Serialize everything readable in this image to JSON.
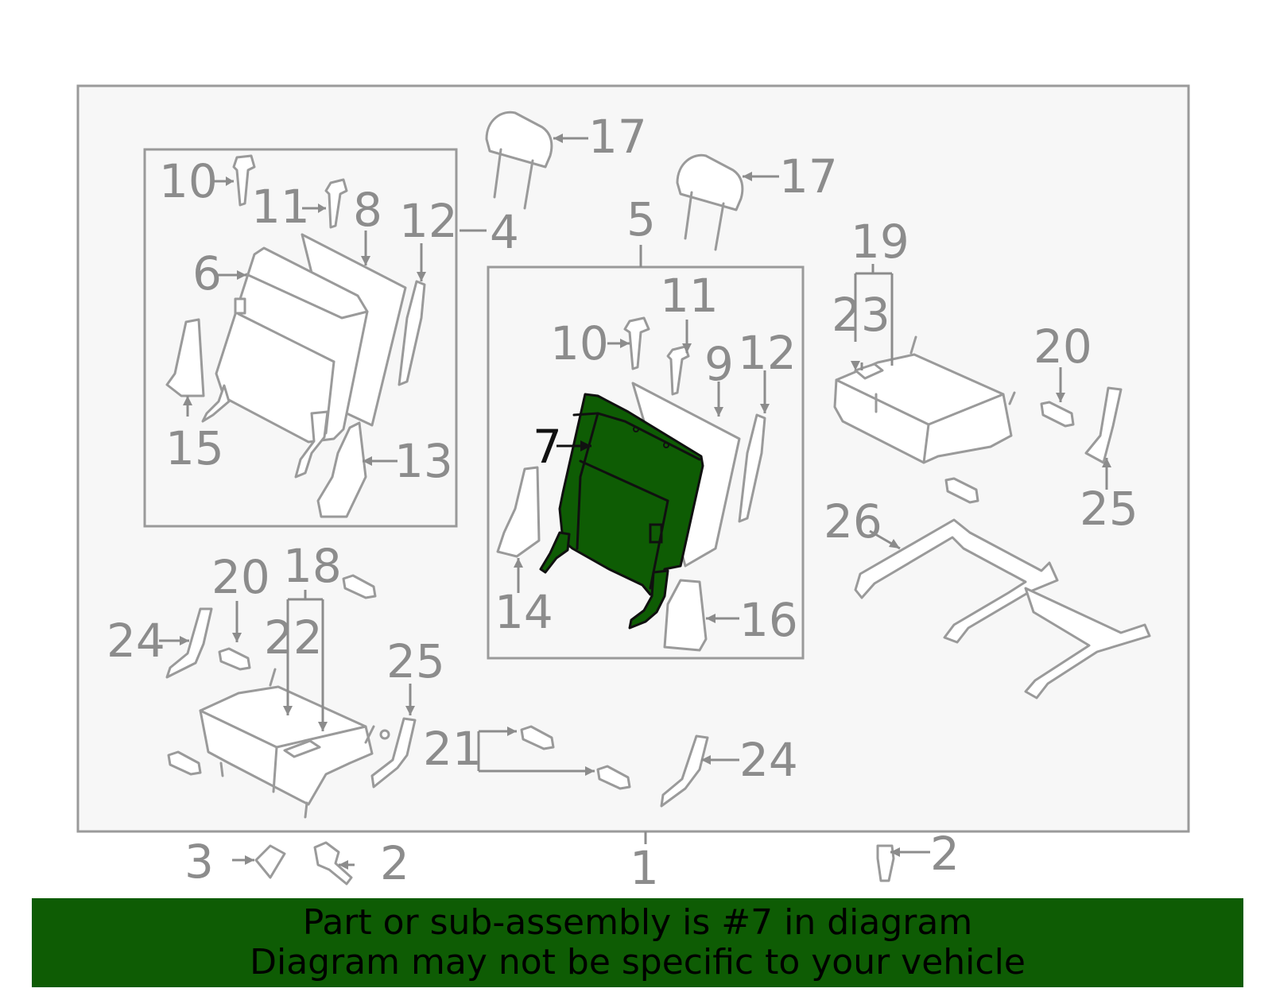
{
  "diagram": {
    "highlight_color": "#0e5c04",
    "line_color": "#9a9a9a",
    "highlighted_part": "7",
    "callouts": {
      "c1": "1",
      "c2a": "2",
      "c2b": "2",
      "c3": "3",
      "c4": "4",
      "c5": "5",
      "c6": "6",
      "c7": "7",
      "c8": "8",
      "c9": "9",
      "c10a": "10",
      "c10b": "10",
      "c11a": "11",
      "c11b": "11",
      "c12a": "12",
      "c12b": "12",
      "c13": "13",
      "c14": "14",
      "c15": "15",
      "c16": "16",
      "c17a": "17",
      "c17b": "17",
      "c18": "18",
      "c19": "19",
      "c20a": "20",
      "c20b": "20",
      "c21": "21",
      "c22": "22",
      "c23": "23",
      "c24a": "24",
      "c24b": "24",
      "c25a": "25",
      "c25b": "25",
      "c26": "26"
    }
  },
  "banner": {
    "line1": "Part or sub-assembly is #7 in diagram",
    "line2": "Diagram may not be specific to your vehicle"
  }
}
